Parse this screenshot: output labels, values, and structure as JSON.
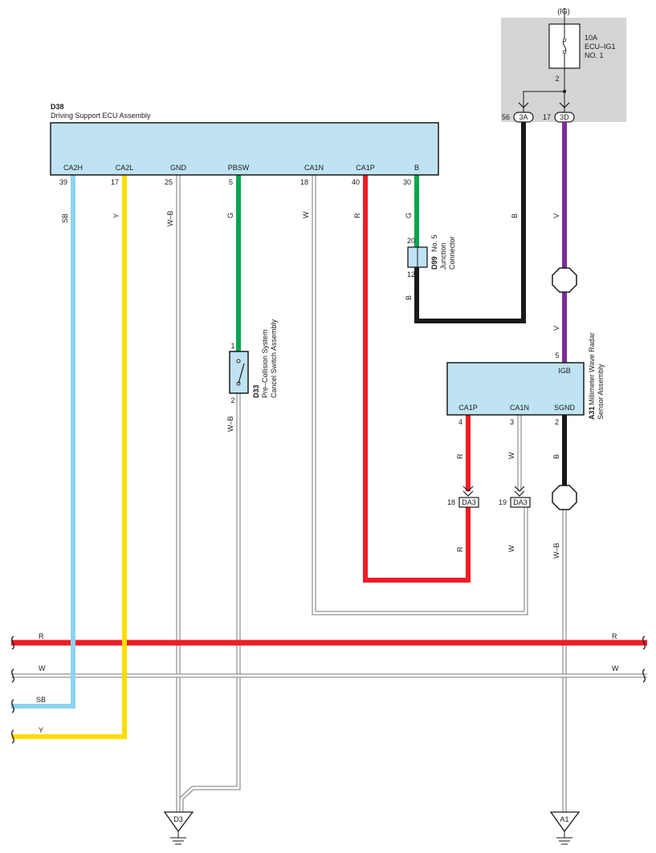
{
  "colors": {
    "ecu_fill": "#bfe3f2",
    "ig_box_fill": "#d4d4d4",
    "red": "#ee1c25",
    "yellow": "#ffdd00",
    "skyblue": "#8cd3f2",
    "green": "#00a651",
    "purple": "#7b2f9b",
    "black": "#1a1a1a",
    "white_wire_outline": "#777777"
  },
  "ig": {
    "label": "(IG)",
    "fuse_rating": "10A",
    "fuse_name": "ECU–IG1",
    "fuse_no": "NO. 1",
    "fuse_pin": "2",
    "conn_left_num": "56",
    "conn_left_id": "3A",
    "conn_right_num": "17",
    "conn_right_id": "3D"
  },
  "ecu": {
    "code": "D38",
    "name": "Driving Support ECU Assembly",
    "pins": [
      {
        "label": "CA2H",
        "num": "39",
        "wire": "SB"
      },
      {
        "label": "CA2L",
        "num": "17",
        "wire": "Y"
      },
      {
        "label": "GND",
        "num": "25",
        "wire": "W–B"
      },
      {
        "label": "PBSW",
        "num": "5",
        "wire": "G"
      },
      {
        "label": "CA1N",
        "num": "18",
        "wire": "W"
      },
      {
        "label": "CA1P",
        "num": "40",
        "wire": "R"
      },
      {
        "label": "B",
        "num": "30",
        "wire": "G"
      }
    ]
  },
  "junction": {
    "code": "D99",
    "line1": "No. 5",
    "line2": "Junction",
    "line3": "Connector",
    "pin_top": "20",
    "pin_bottom": "12",
    "wire_out": "B"
  },
  "wire_b_ig": "B",
  "wire_v_top": "V",
  "wire_v_bottom": "V",
  "switch": {
    "code": "D33",
    "line1": "Pre–Collision System",
    "line2": "Cancel Switch Assembly",
    "pin_top": "1",
    "pin_bottom": "2",
    "wire_out": "W–B"
  },
  "radar": {
    "code": "A31",
    "line1": "Millimeter Wave Radar",
    "line2": "Sensor Assembly",
    "top_pin_label": "IGB",
    "top_pin_num": "5",
    "pins": [
      {
        "label": "CA1P",
        "num": "4",
        "wire": "R"
      },
      {
        "label": "CA1N",
        "num": "3",
        "wire": "W"
      },
      {
        "label": "SGND",
        "num": "2",
        "wire": "B"
      }
    ]
  },
  "da3": [
    {
      "num": "18",
      "id": "DA3",
      "wire_below": "R"
    },
    {
      "num": "19",
      "id": "DA3",
      "wire_below": "W"
    }
  ],
  "wire_wb_radar": "W–B",
  "bus": [
    {
      "left": "R",
      "right": "R"
    },
    {
      "left": "W",
      "right": "W"
    },
    {
      "left": "SB"
    },
    {
      "left": "Y"
    }
  ],
  "grounds": [
    "D3",
    "A1"
  ]
}
